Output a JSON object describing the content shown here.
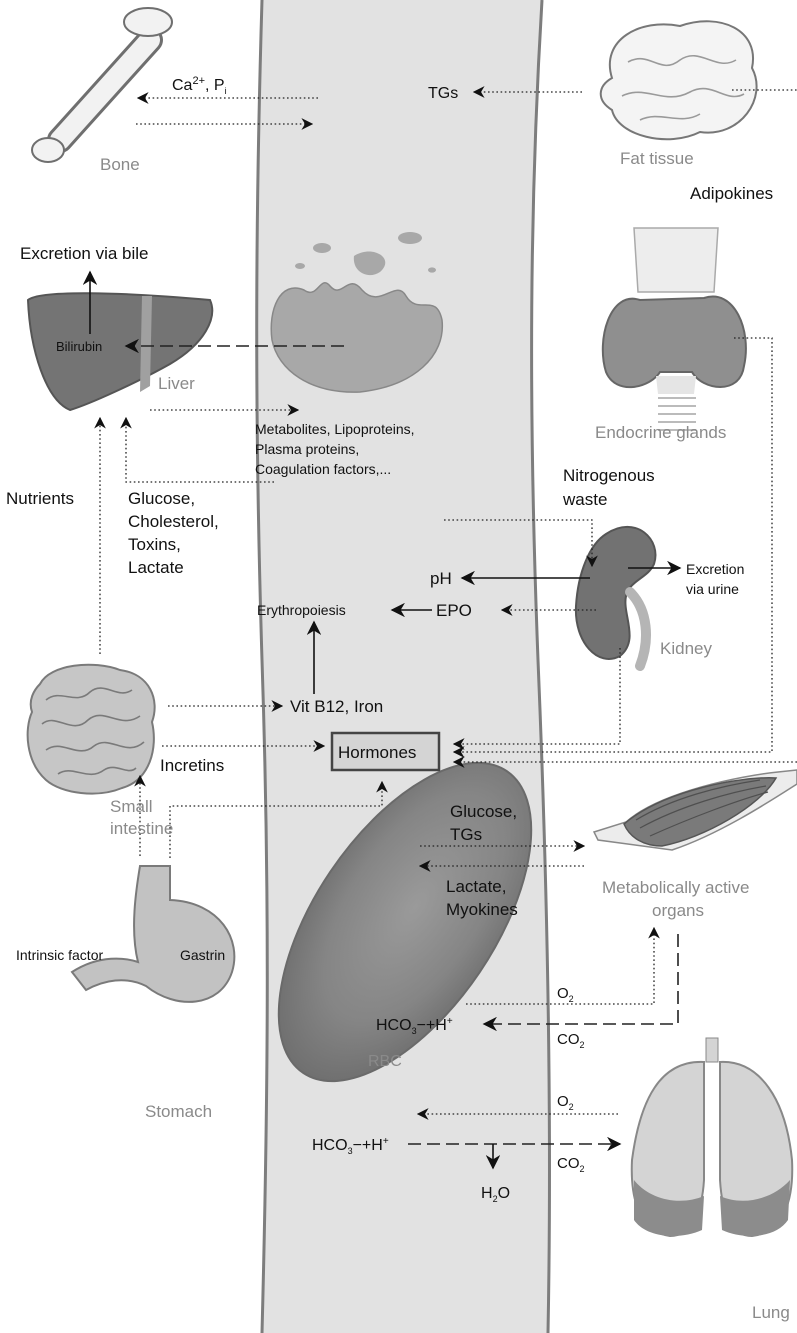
{
  "organs": {
    "bone": "Bone",
    "fat_tissue": "Fat tissue",
    "liver": "Liver",
    "endocrine_glands": "Endocrine glands",
    "kidney": "Kidney",
    "small_intestine_1": "Small",
    "small_intestine_2": "intestine",
    "metab_organs_1": "Metabolically active",
    "metab_organs_2": "organs",
    "stomach": "Stomach",
    "rbc": "RBC",
    "lung": "Lung"
  },
  "labels": {
    "ca": "Ca",
    "ca_sup": "2+",
    "ca_rest": ", P",
    "p_sub": "i",
    "tgs": "TGs",
    "adipokines": "Adipokines",
    "excretion_bile": "Excretion via bile",
    "bilirubin": "Bilirubin",
    "metab_1": "Metabolites, Lipoproteins,",
    "metab_2": "Plasma proteins,",
    "metab_3": "Coagulation factors,...",
    "nutrients": "Nutrients",
    "liver_in_1": "Glucose,",
    "liver_in_2": "Cholesterol,",
    "liver_in_3": "Toxins,",
    "liver_in_4": "Lactate",
    "nitro_1": "Nitrogenous",
    "nitro_2": "waste",
    "ph": "pH",
    "excretion_urine_1": "Excretion",
    "excretion_urine_2": "via urine",
    "erythropoiesis": "Erythropoiesis",
    "epo": "EPO",
    "vitb12": "Vit B12, Iron",
    "hormones": "Hormones",
    "incretins": "Incretins",
    "glucose": "Glucose,",
    "tgs2": "TGs",
    "lactate": "Lactate,",
    "myokines": "Myokines",
    "intrinsic": "Intrinsic factor",
    "gastrin": "Gastrin",
    "o2": "O",
    "o2_sub": "2",
    "co2": "CO",
    "co2_sub": "2",
    "hco3_a": "HCO",
    "hco3_sub": "3",
    "hco3_b": "−+H",
    "hco3_sup": "+",
    "h2o_h": "H",
    "h2o_sub": "2",
    "h2o_o": "O"
  },
  "colors": {
    "vessel": "#e2e2e2",
    "vessel_edge": "#7d7d7d",
    "organ_dark": "#6f6f6f",
    "organ_mid": "#a8a8a8",
    "organ_light": "#d6d6d6",
    "hormone_box": "#d4d4d4"
  }
}
